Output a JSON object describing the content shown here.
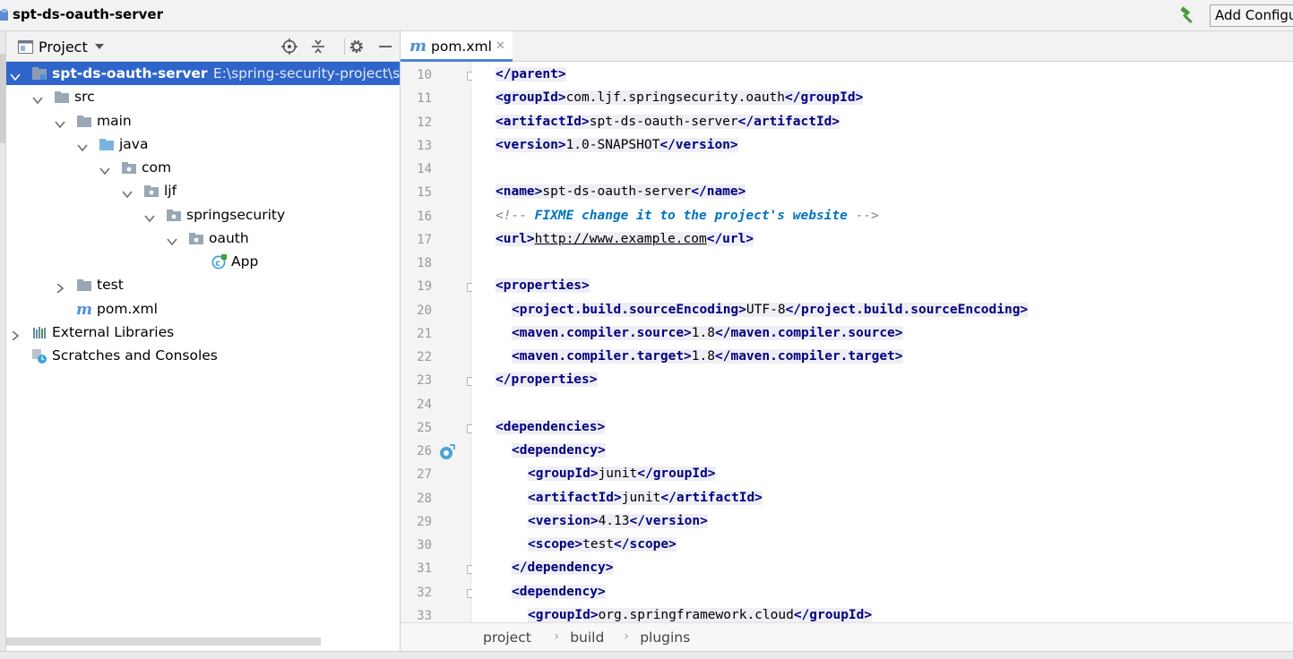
{
  "window": {
    "title": "spt-ds-oauth-server",
    "add_config_label": "Add Configu"
  },
  "project_panel": {
    "view_label": "Project",
    "tree": [
      {
        "depth": 0,
        "expanded": true,
        "icon": "module-folder-icon",
        "label": "spt-ds-oauth-server",
        "path": "E:\\spring-security-project\\spt-ds-oauth-server",
        "selected": true
      },
      {
        "depth": 1,
        "expanded": true,
        "icon": "folder-icon",
        "label": "src"
      },
      {
        "depth": 2,
        "expanded": true,
        "icon": "folder-icon",
        "label": "main"
      },
      {
        "depth": 3,
        "expanded": true,
        "icon": "source-folder-icon",
        "label": "java"
      },
      {
        "depth": 4,
        "expanded": true,
        "icon": "package-icon",
        "label": "com"
      },
      {
        "depth": 5,
        "expanded": true,
        "icon": "package-icon",
        "label": "ljf"
      },
      {
        "depth": 6,
        "expanded": true,
        "icon": "package-icon",
        "label": "springsecurity"
      },
      {
        "depth": 7,
        "expanded": true,
        "icon": "package-icon",
        "label": "oauth"
      },
      {
        "depth": 8,
        "expanded": null,
        "icon": "java-class-icon",
        "label": "App"
      },
      {
        "depth": 2,
        "expanded": false,
        "icon": "folder-icon",
        "label": "test"
      },
      {
        "depth": 2,
        "expanded": null,
        "icon": "maven-file-icon",
        "label": "pom.xml"
      },
      {
        "depth": 0,
        "expanded": false,
        "icon": "libraries-icon",
        "label": "External Libraries"
      },
      {
        "depth": 0,
        "expanded": null,
        "icon": "scratches-icon",
        "label": "Scratches and Consoles"
      }
    ]
  },
  "editor": {
    "tab_label": "pom.xml",
    "lines": [
      {
        "n": "10",
        "indent": 0,
        "parts": [
          [
            "tag",
            "</parent>"
          ]
        ]
      },
      {
        "n": "11",
        "indent": 0,
        "parts": [
          [
            "tag",
            "<groupId>"
          ],
          [
            "txt",
            "com.ljf.springsecurity.oauth"
          ],
          [
            "tag",
            "</groupId>"
          ]
        ]
      },
      {
        "n": "12",
        "indent": 0,
        "parts": [
          [
            "tag",
            "<artifactId>"
          ],
          [
            "txt",
            "spt-ds-oauth-server"
          ],
          [
            "tag",
            "</artifactId>"
          ]
        ]
      },
      {
        "n": "13",
        "indent": 0,
        "parts": [
          [
            "tag",
            "<version>"
          ],
          [
            "txt",
            "1.0-SNAPSHOT"
          ],
          [
            "tag",
            "</version>"
          ]
        ]
      },
      {
        "n": "14",
        "indent": 0,
        "parts": []
      },
      {
        "n": "15",
        "indent": 0,
        "parts": [
          [
            "tag",
            "<name>"
          ],
          [
            "txt",
            "spt-ds-oauth-server"
          ],
          [
            "tag",
            "</name>"
          ]
        ]
      },
      {
        "n": "16",
        "indent": 0,
        "parts": [
          [
            "cmt",
            "<!-- "
          ],
          [
            "cmt-key",
            "FIXME change it to the project's website"
          ],
          [
            "cmt",
            " -->"
          ]
        ],
        "plain": true
      },
      {
        "n": "17",
        "indent": 0,
        "parts": [
          [
            "tag",
            "<url>"
          ],
          [
            "link",
            "http://www.example.com"
          ],
          [
            "tag",
            "</url>"
          ]
        ]
      },
      {
        "n": "18",
        "indent": 0,
        "parts": []
      },
      {
        "n": "19",
        "indent": 0,
        "parts": [
          [
            "tag",
            "<properties>"
          ]
        ]
      },
      {
        "n": "20",
        "indent": 1,
        "parts": [
          [
            "tag",
            "<project.build.sourceEncoding>"
          ],
          [
            "txt",
            "UTF-8"
          ],
          [
            "tag",
            "</project.build.sourceEncoding>"
          ]
        ]
      },
      {
        "n": "21",
        "indent": 1,
        "parts": [
          [
            "tag",
            "<maven.compiler.source>"
          ],
          [
            "txt",
            "1.8"
          ],
          [
            "tag",
            "</maven.compiler.source>"
          ]
        ]
      },
      {
        "n": "22",
        "indent": 1,
        "parts": [
          [
            "tag",
            "<maven.compiler.target>"
          ],
          [
            "txt",
            "1.8"
          ],
          [
            "tag",
            "</maven.compiler.target>"
          ]
        ]
      },
      {
        "n": "23",
        "indent": 0,
        "parts": [
          [
            "tag",
            "</properties>"
          ]
        ]
      },
      {
        "n": "24",
        "indent": 0,
        "parts": []
      },
      {
        "n": "25",
        "indent": 0,
        "parts": [
          [
            "tag",
            "<dependencies>"
          ]
        ]
      },
      {
        "n": "26",
        "indent": 1,
        "parts": [
          [
            "tag",
            "<dependency>"
          ]
        ]
      },
      {
        "n": "27",
        "indent": 2,
        "parts": [
          [
            "tag",
            "<groupId>"
          ],
          [
            "txt",
            "junit"
          ],
          [
            "tag",
            "</groupId>"
          ]
        ]
      },
      {
        "n": "28",
        "indent": 2,
        "parts": [
          [
            "tag",
            "<artifactId>"
          ],
          [
            "txt",
            "junit"
          ],
          [
            "tag",
            "</artifactId>"
          ]
        ]
      },
      {
        "n": "29",
        "indent": 2,
        "parts": [
          [
            "tag",
            "<version>"
          ],
          [
            "txt",
            "4.13"
          ],
          [
            "tag",
            "</version>"
          ]
        ]
      },
      {
        "n": "30",
        "indent": 2,
        "parts": [
          [
            "tag",
            "<scope>"
          ],
          [
            "txt",
            "test"
          ],
          [
            "tag",
            "</scope>"
          ]
        ]
      },
      {
        "n": "31",
        "indent": 1,
        "parts": [
          [
            "tag",
            "</dependency>"
          ]
        ]
      },
      {
        "n": "32",
        "indent": 1,
        "parts": [
          [
            "tag",
            "<dependency>"
          ]
        ]
      },
      {
        "n": "33",
        "indent": 2,
        "parts": [
          [
            "tag",
            "<groupId>"
          ],
          [
            "txt",
            "org.springframework.cloud"
          ],
          [
            "tag",
            "</groupId>"
          ]
        ]
      }
    ],
    "fold_markers": [
      "10",
      "19",
      "23",
      "25",
      "31",
      "32"
    ],
    "gutter_icon_lines": [
      "26"
    ]
  },
  "breadcrumbs": [
    "project",
    "build",
    "plugins"
  ]
}
